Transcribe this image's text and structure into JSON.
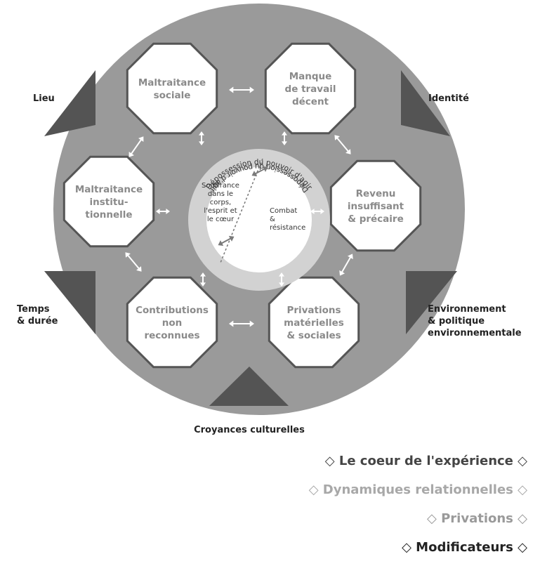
{
  "colors": {
    "outer_circle": "#9a9a9a",
    "octagon_fill": "#ffffff",
    "octagon_stroke": "#555555",
    "octagon_text": "#8a8a8a",
    "modifier": "#545454",
    "inner_ring": "#d2d2d2",
    "center_text": "#333333",
    "arrow": "#ffffff",
    "legend_core": "#444444",
    "legend_relational": "#a8a8a8",
    "legend_privations": "#9a9a9a",
    "legend_modifiers": "#222222"
  },
  "octagons": [
    {
      "id": "social",
      "lines": [
        "Maltraitance",
        "sociale"
      ]
    },
    {
      "id": "work",
      "lines": [
        "Manque",
        "de travail",
        "décent"
      ]
    },
    {
      "id": "institutional",
      "lines": [
        "Maltraitance",
        "institu-",
        "tionnelle"
      ]
    },
    {
      "id": "income",
      "lines": [
        "Revenu",
        "insuffisant",
        "& précaire"
      ]
    },
    {
      "id": "contributions",
      "lines": [
        "Contributions",
        "non",
        "reconnues"
      ]
    },
    {
      "id": "privations",
      "lines": [
        "Privations",
        "matérielles",
        "& sociales"
      ]
    }
  ],
  "center": {
    "ring_text": "Dépossession du pouvoir d'agir",
    "left_lines": [
      "Souffrance",
      "dans le",
      "corps,",
      "l'esprit et",
      "le cœur"
    ],
    "right_lines": [
      "Combat",
      "&",
      "résistance"
    ]
  },
  "modifiers": [
    {
      "id": "lieu",
      "lines": [
        "Lieu"
      ]
    },
    {
      "id": "identite",
      "lines": [
        "Identité"
      ]
    },
    {
      "id": "temps",
      "lines": [
        "Temps",
        "& durée"
      ]
    },
    {
      "id": "environnement",
      "lines": [
        "Environnement",
        "& politique",
        "environnementale"
      ]
    },
    {
      "id": "croyances",
      "lines": [
        "Croyances culturelles"
      ]
    }
  ],
  "legend": {
    "core": "◇ Le coeur de l'expérience ◇",
    "relational": "◇ Dynamiques relationnelles ◇",
    "privations": "◇ Privations ◇",
    "modifiers": "◇ Modificateurs ◇"
  }
}
